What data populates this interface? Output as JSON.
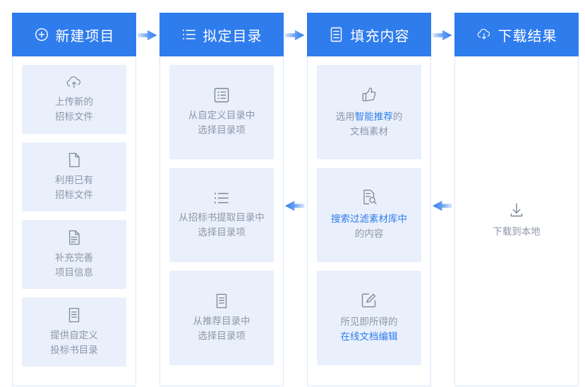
{
  "theme": {
    "header_bg": "#2f7ced",
    "header_text": "#ffffff",
    "card_bg": "#e9f0fc",
    "card_text": "#8e96a8",
    "highlight": "#2f7ced",
    "column_border": "#dbe6fa",
    "arrow_color": "#2f7ced",
    "page_bg": "#ffffff"
  },
  "columns": [
    {
      "id": "new-project",
      "header": {
        "icon": "plus-circle-icon",
        "label": "新建项目"
      },
      "cards": [
        {
          "id": "upload-new-tender-file",
          "icon": "cloud-upload-icon",
          "lines": [
            [
              {
                "text": "上传新的",
                "highlight": false
              }
            ],
            [
              {
                "text": "招标文件",
                "highlight": false
              }
            ]
          ]
        },
        {
          "id": "use-existing-tender-file",
          "icon": "document-icon",
          "lines": [
            [
              {
                "text": "利用已有",
                "highlight": false
              }
            ],
            [
              {
                "text": "招标文件",
                "highlight": false
              }
            ]
          ]
        },
        {
          "id": "complete-project-info",
          "icon": "document-list-icon",
          "lines": [
            [
              {
                "text": "补充完善",
                "highlight": false
              }
            ],
            [
              {
                "text": "项目信息",
                "highlight": false
              }
            ]
          ]
        },
        {
          "id": "provide-custom-bid-outline",
          "icon": "document-lines-icon",
          "lines": [
            [
              {
                "text": "提供自定义",
                "highlight": false
              }
            ],
            [
              {
                "text": "投标书目录",
                "highlight": false
              }
            ]
          ]
        }
      ]
    },
    {
      "id": "draft-outline",
      "header": {
        "icon": "ordered-list-icon",
        "label": "拟定目录"
      },
      "cards": [
        {
          "id": "choose-from-custom-outline",
          "icon": "list-box-icon",
          "lines": [
            [
              {
                "text": "从自定义目录中",
                "highlight": false
              }
            ],
            [
              {
                "text": "选择目录项",
                "highlight": false
              }
            ]
          ]
        },
        {
          "id": "choose-from-extracted-outline",
          "icon": "bullet-list-icon",
          "lines": [
            [
              {
                "text": "从招标书提取目录中",
                "highlight": false
              }
            ],
            [
              {
                "text": "选择目录项",
                "highlight": false
              }
            ]
          ]
        },
        {
          "id": "choose-from-recommended-outline",
          "icon": "document-lines-icon",
          "lines": [
            [
              {
                "text": "从推荐目录中",
                "highlight": false
              }
            ],
            [
              {
                "text": "选择目录项",
                "highlight": false
              }
            ]
          ]
        }
      ]
    },
    {
      "id": "fill-content",
      "header": {
        "icon": "document-outline-icon",
        "label": "填充内容"
      },
      "cards": [
        {
          "id": "select-smart-recommended-material",
          "icon": "thumbs-up-icon",
          "lines": [
            [
              {
                "text": "选用",
                "highlight": false
              },
              {
                "text": "智能推荐",
                "highlight": true
              },
              {
                "text": "的",
                "highlight": false
              }
            ],
            [
              {
                "text": "文档素材",
                "highlight": false
              }
            ]
          ]
        },
        {
          "id": "search-filter-material-library",
          "icon": "file-search-icon",
          "lines": [
            [
              {
                "text": "搜索过滤素材库中",
                "highlight": true
              }
            ],
            [
              {
                "text": "的内容",
                "highlight": false
              }
            ]
          ]
        },
        {
          "id": "wysiwyg-online-editing",
          "icon": "edit-square-icon",
          "lines": [
            [
              {
                "text": "所见即所得的",
                "highlight": false
              }
            ],
            [
              {
                "text": "在线文档编辑",
                "highlight": true
              }
            ]
          ]
        }
      ]
    },
    {
      "id": "download-result",
      "header": {
        "icon": "cloud-download-icon",
        "label": "下载结果"
      },
      "cards": [
        {
          "id": "download-to-local",
          "icon": "download-arrow-icon",
          "plain": true,
          "lines": [
            [
              {
                "text": "下载到本地",
                "highlight": false
              }
            ]
          ]
        }
      ]
    }
  ],
  "arrows": [
    {
      "id": "arrow-header-1-2",
      "direction": "right"
    },
    {
      "id": "arrow-header-2-3",
      "direction": "right"
    },
    {
      "id": "arrow-header-3-4",
      "direction": "right"
    },
    {
      "id": "arrow-middle-3-2",
      "direction": "left"
    },
    {
      "id": "arrow-middle-4-3",
      "direction": "left"
    }
  ]
}
